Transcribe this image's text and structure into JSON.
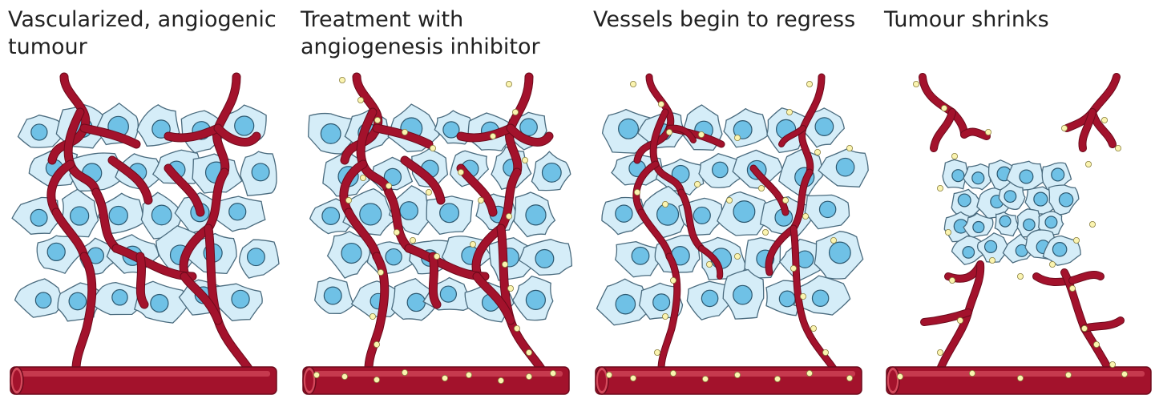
{
  "panels": [
    {
      "title_line1": "Vascularized, angiogenic",
      "title_line2": "tumour"
    },
    {
      "title_line1": "Treatment with",
      "title_line2": "angiogenesis inhibitor"
    },
    {
      "title_line1": "Vessels begin to regress",
      "title_line2": ""
    },
    {
      "title_line1": "Tumour shrinks",
      "title_line2": ""
    }
  ],
  "colors": {
    "vessel": "#a3122c",
    "vessel_highlight": "#d44a5c",
    "vessel_dark": "#6d0a1c",
    "cell_fill": "#d5edf8",
    "cell_stroke": "#4a6b7e",
    "nucleus_fill": "#6fc1e6",
    "nucleus_stroke": "#2c5870",
    "inhibitor_dot": "#fbf4b0",
    "inhibitor_stroke": "#8a8040"
  }
}
